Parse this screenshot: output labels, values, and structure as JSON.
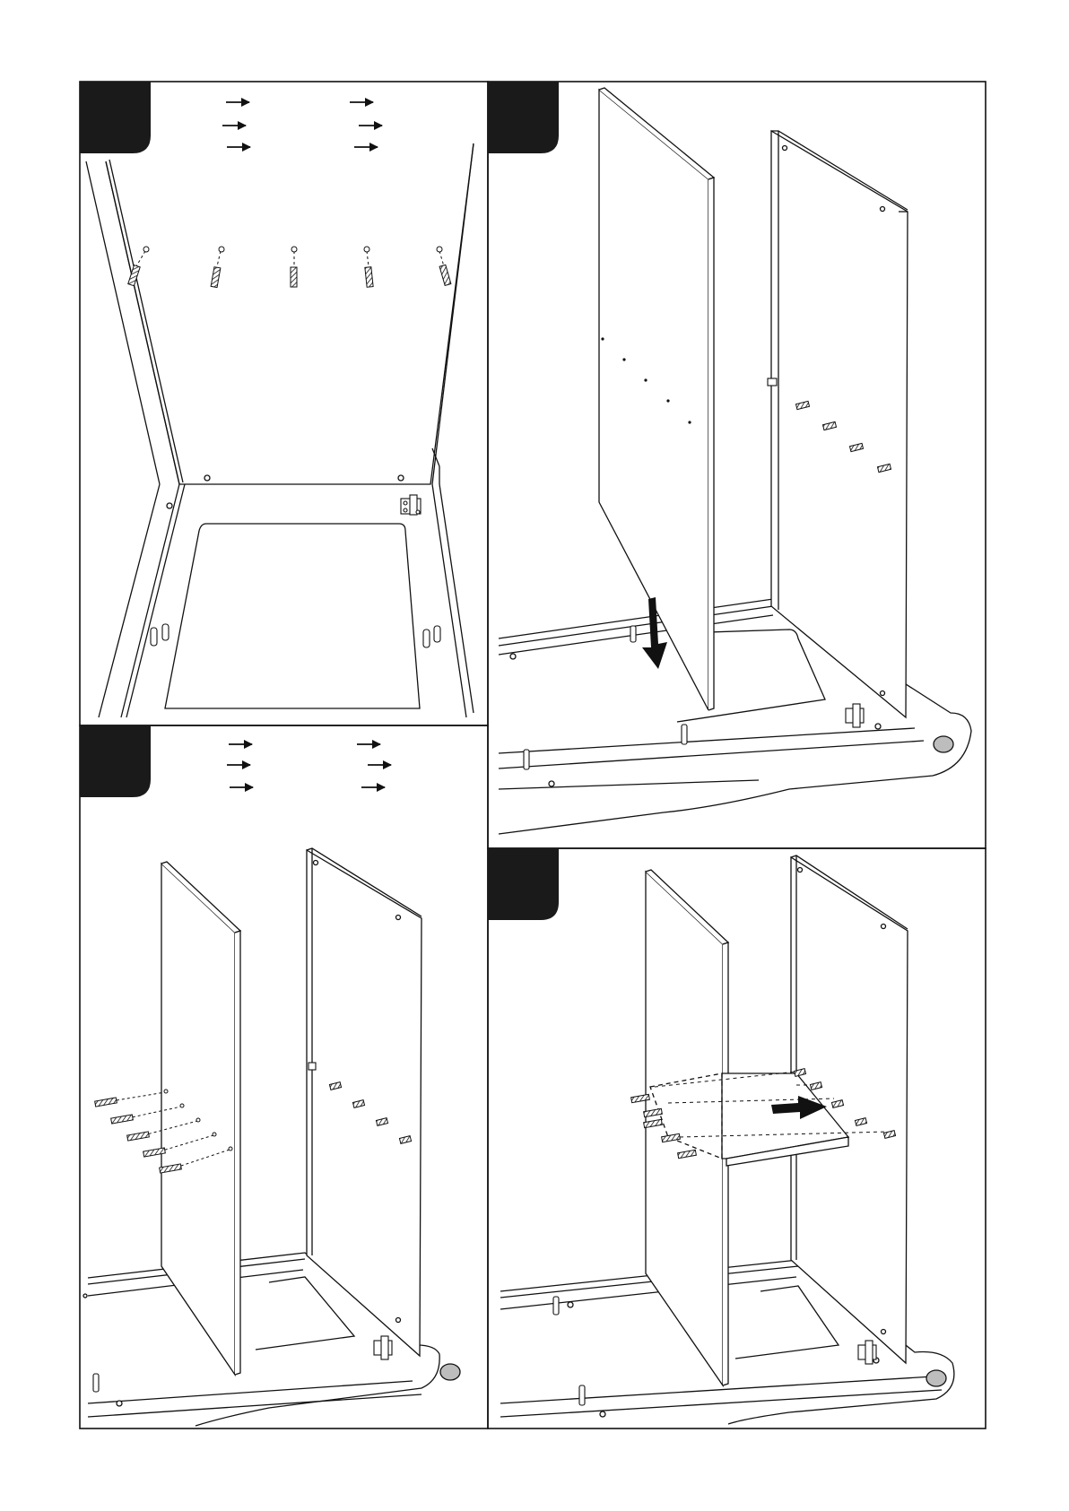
{
  "page": {
    "background": "#ffffff",
    "ink": "#111111",
    "panel_fill": "#ffffff",
    "accent_fill": "#1a1a1a",
    "hole_gray": "#bdbdbd"
  },
  "steps": [
    {
      "id": "step-1",
      "badge_label": "",
      "arrow_rows": 3,
      "arrow_columns": 2
    },
    {
      "id": "step-2",
      "badge_label": "",
      "arrow_rows": 0,
      "arrow_columns": 0
    },
    {
      "id": "step-3",
      "badge_label": "",
      "arrow_rows": 3,
      "arrow_columns": 2
    },
    {
      "id": "step-4",
      "badge_label": "",
      "arrow_rows": 0,
      "arrow_columns": 0
    }
  ],
  "icons": {
    "arrow": "right-arrow-icon",
    "dowel": "wooden-dowel-icon",
    "hinge": "hinge-plate-icon",
    "cam": "cam-peg-icon",
    "push": "push-arrow-icon"
  }
}
